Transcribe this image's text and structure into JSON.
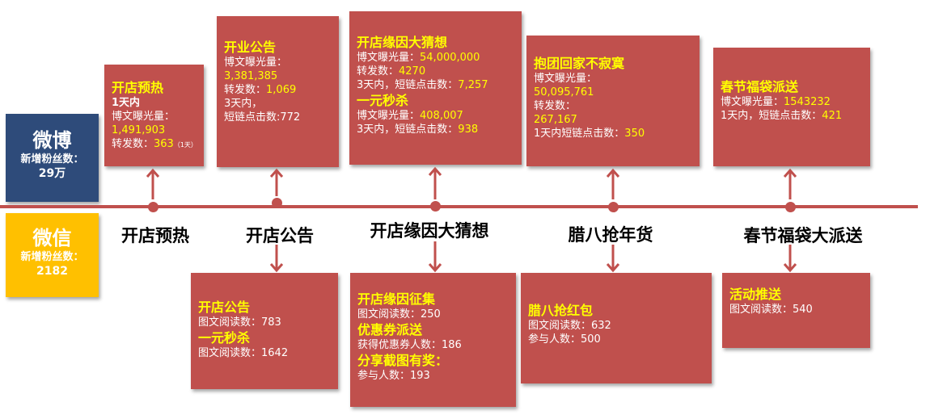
{
  "weibo": {
    "title": "微博",
    "label": "新增粉丝数：",
    "value": "29万",
    "bg_color": "#2e4b7a",
    "text_color": "#ffffff"
  },
  "weixin": {
    "title": "微信",
    "label": "新增粉丝数：",
    "value": "2182",
    "bg_color": "#ffc000",
    "text_color": "#ffffff"
  },
  "theme": {
    "box_color": "#c0504d",
    "highlight_color": "#ffff00"
  },
  "milestones": [
    "开店预热",
    "开店公告",
    "开店缘因大猜想",
    "腊八抢年货",
    "春节福袋大派送"
  ],
  "weibo_boxes": [
    [
      {
        "style": "head",
        "parts": [
          {
            "t": "开店预热"
          }
        ]
      },
      {
        "style": "strong",
        "parts": [
          {
            "t": "1天内"
          }
        ]
      },
      {
        "parts": [
          {
            "t": "博文曝光量："
          }
        ]
      },
      {
        "parts": [
          {
            "t": "1,491,903",
            "c": "hl"
          }
        ]
      },
      {
        "parts": [
          {
            "t": "转发数："
          },
          {
            "t": "363",
            "c": "hl"
          },
          {
            "t": "（1天）",
            "c": "small"
          }
        ]
      }
    ],
    [
      {
        "style": "head",
        "parts": [
          {
            "t": "开业公告"
          }
        ]
      },
      {
        "parts": [
          {
            "t": " "
          }
        ]
      },
      {
        "parts": [
          {
            "t": "博文曝光量："
          }
        ]
      },
      {
        "parts": [
          {
            "t": "3,381,385",
            "c": "hl"
          }
        ]
      },
      {
        "parts": [
          {
            "t": "转发数："
          },
          {
            "t": "1,069",
            "c": "hl"
          }
        ]
      },
      {
        "parts": [
          {
            "t": "3天内，",
            "c": "strong"
          }
        ]
      },
      {
        "parts": [
          {
            "t": "短链点击数:772"
          }
        ]
      }
    ],
    [
      {
        "style": "head",
        "parts": [
          {
            "t": "开店缘因大猜想"
          }
        ]
      },
      {
        "parts": [
          {
            "t": "博文曝光量："
          },
          {
            "t": "54,000,000",
            "c": "hl"
          }
        ]
      },
      {
        "parts": [
          {
            "t": "转发数："
          },
          {
            "t": "4270",
            "c": "hl"
          }
        ]
      },
      {
        "parts": [
          {
            "t": "3天内",
            "c": "strong"
          },
          {
            "t": "，短链点击数："
          },
          {
            "t": "7,257",
            "c": "hl"
          }
        ]
      },
      {
        "style": "head",
        "parts": [
          {
            "t": "一元秒杀"
          }
        ]
      },
      {
        "parts": [
          {
            "t": "博文曝光量："
          },
          {
            "t": "408,007",
            "c": "hl"
          }
        ]
      },
      {
        "parts": [
          {
            "t": "3天内",
            "c": "strong"
          },
          {
            "t": "，短链点击数："
          },
          {
            "t": "938",
            "c": "hl"
          }
        ]
      }
    ],
    [
      {
        "style": "head",
        "parts": [
          {
            "t": "抱团回家不寂寞"
          }
        ]
      },
      {
        "parts": [
          {
            "t": "博文曝光量："
          }
        ]
      },
      {
        "parts": [
          {
            "t": "50,095,761",
            "c": "hl"
          }
        ]
      },
      {
        "parts": [
          {
            "t": "转发数："
          }
        ]
      },
      {
        "parts": [
          {
            "t": "267,167",
            "c": "hl"
          }
        ]
      },
      {
        "parts": [
          {
            "t": "1天内",
            "c": "strong"
          },
          {
            "t": "短链点击数："
          },
          {
            "t": "350",
            "c": "hl"
          }
        ]
      }
    ],
    [
      {
        "style": "head",
        "parts": [
          {
            "t": "春节福袋派送"
          }
        ]
      },
      {
        "parts": [
          {
            "t": "博文曝光量："
          },
          {
            "t": "1543232",
            "c": "hl"
          }
        ]
      },
      {
        "parts": [
          {
            "t": "1天内",
            "c": "strong"
          },
          {
            "t": "，短链点击数："
          },
          {
            "t": "421",
            "c": "hl"
          }
        ]
      }
    ]
  ],
  "weixin_boxes": [
    [
      {
        "style": "head",
        "parts": [
          {
            "t": "开店公告"
          }
        ]
      },
      {
        "parts": [
          {
            "t": "图文阅读数：783"
          }
        ]
      },
      {
        "style": "head",
        "parts": [
          {
            "t": "一元秒杀"
          }
        ]
      },
      {
        "parts": [
          {
            "t": "图文阅读数：1642"
          }
        ]
      }
    ],
    [
      {
        "style": "head",
        "parts": [
          {
            "t": "开店缘因征集"
          }
        ]
      },
      {
        "parts": [
          {
            "t": "图文阅读数：250"
          }
        ]
      },
      {
        "style": "head",
        "parts": [
          {
            "t": "优惠券派送"
          }
        ]
      },
      {
        "parts": [
          {
            "t": "获得优惠券人数：186"
          }
        ]
      },
      {
        "style": "head",
        "parts": [
          {
            "t": "分享截图有奖："
          }
        ]
      },
      {
        "parts": [
          {
            "t": "参与人数：193"
          }
        ]
      }
    ],
    [
      {
        "style": "head",
        "parts": [
          {
            "t": "腊八抢红包"
          }
        ]
      },
      {
        "parts": [
          {
            "t": "图文阅读数：632"
          }
        ]
      },
      {
        "parts": [
          {
            "t": "参与人数：500"
          }
        ]
      }
    ],
    [
      {
        "style": "head",
        "parts": [
          {
            "t": "活动推送"
          }
        ]
      },
      {
        "parts": [
          {
            "t": "图文阅读数：540"
          }
        ]
      }
    ]
  ]
}
